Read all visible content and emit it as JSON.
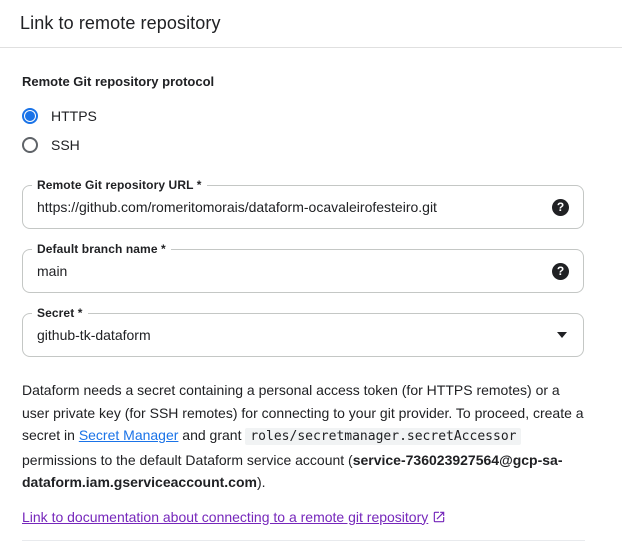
{
  "dialog": {
    "title": "Link to remote repository"
  },
  "protocol": {
    "label": "Remote Git repository protocol",
    "options": [
      {
        "label": "HTTPS",
        "selected": true
      },
      {
        "label": "SSH",
        "selected": false
      }
    ]
  },
  "fields": {
    "url": {
      "label": "Remote Git repository URL *",
      "value": "https://github.com/romeritomorais/dataform-ocavaleirofesteiro.git"
    },
    "branch": {
      "label": "Default branch name *",
      "value": "main"
    },
    "secret": {
      "label": "Secret *",
      "value": "github-tk-dataform"
    }
  },
  "icons": {
    "help": "?"
  },
  "description": {
    "part1": "Dataform needs a secret containing a personal access token (for HTTPS remotes) or a user private key (for SSH remotes) for connecting to your git provider. To proceed, create a secret in ",
    "link_text": "Secret Manager",
    "part2": " and grant ",
    "code": "roles/secretmanager.secretAccessor",
    "part3": " permissions to the default Dataform service account (",
    "bold_text": "service-736023927564@gcp-sa-dataform.iam.gserviceaccount.com",
    "part4": ")."
  },
  "doc_link": {
    "label": "Link to documentation about connecting to a remote git repository"
  },
  "colors": {
    "accent_blue": "#1a73e8",
    "link_purple": "#7627bb",
    "code_background": "#f1f3f4",
    "border_gray": "#c4c7c5"
  }
}
